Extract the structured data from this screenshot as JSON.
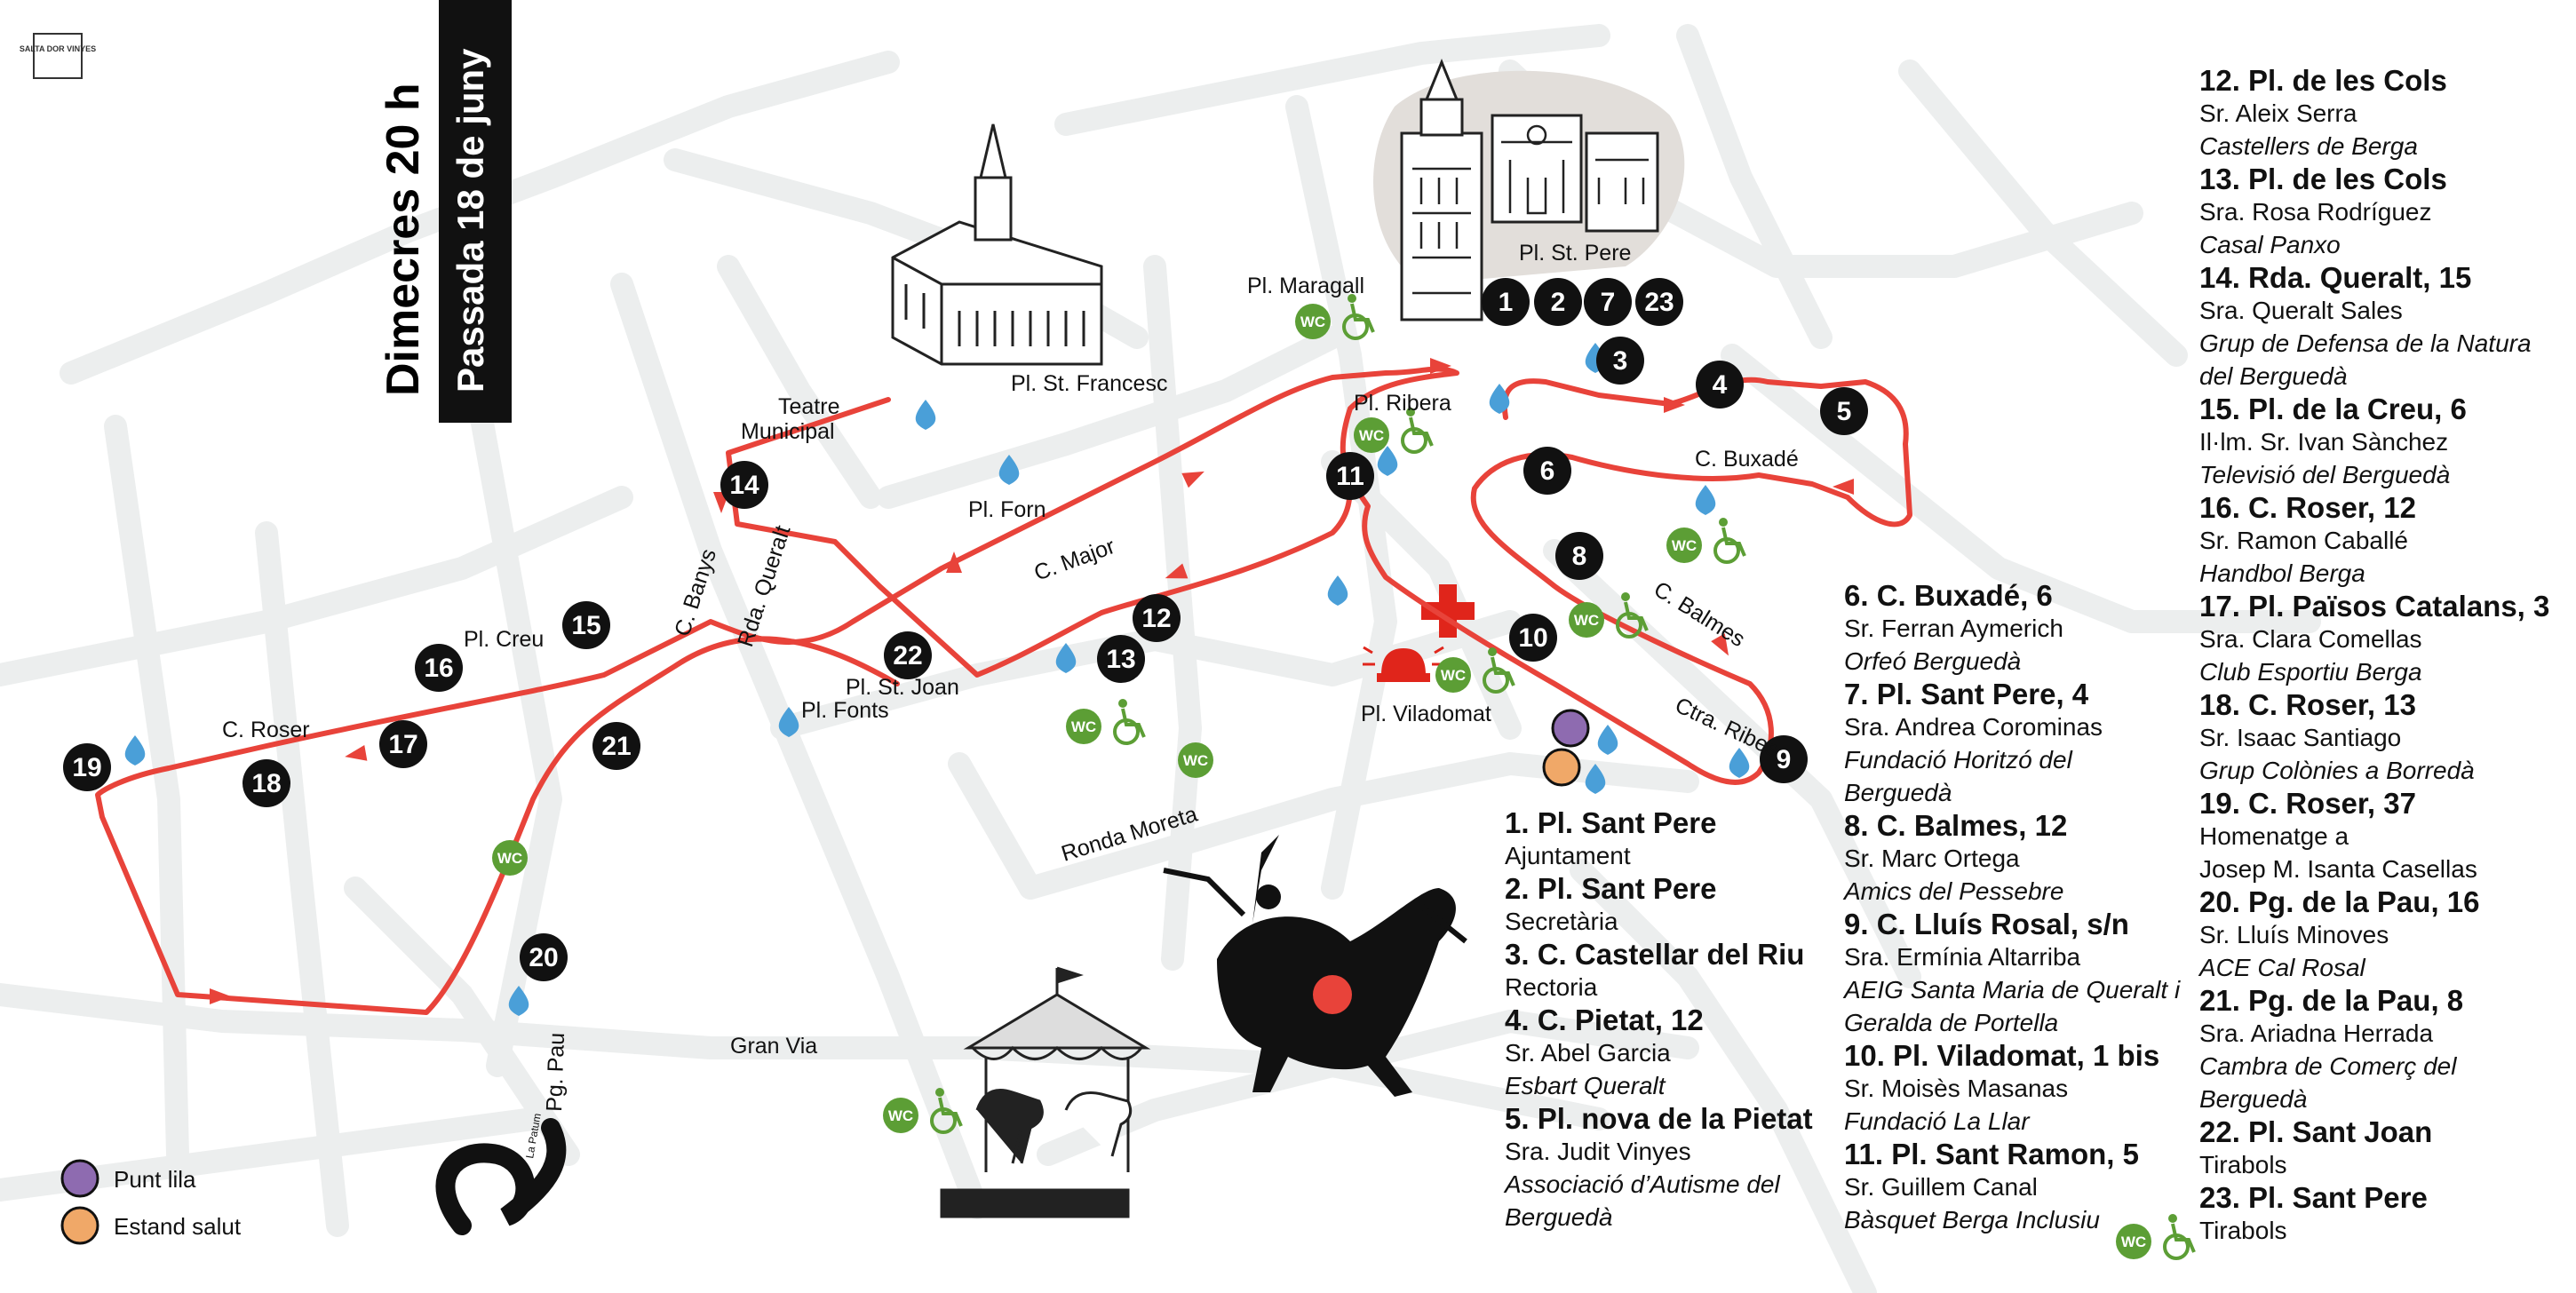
{
  "header": {
    "logo_text": "SALTA DOR VINYES",
    "day_time": "Dimecres 20 h",
    "event": "Passada 18 de juny"
  },
  "places": {
    "pl_st_francesc": "Pl. St. Francesc",
    "pl_maragall": "Pl. Maragall",
    "pl_st_pere": "Pl. St. Pere",
    "pl_ribera": "Pl. Ribera",
    "teatre_municipal_1": "Teatre",
    "teatre_municipal_2": "Municipal",
    "pl_forn": "Pl. Forn",
    "c_major": "C. Major",
    "c_buxade": "C. Buxadé",
    "c_balmes": "C. Balmes",
    "ctra_ribes": "Ctra. Ribes",
    "pl_viladomat": "Pl. Viladomat",
    "c_banys": "C. Banys",
    "rda_queralt": "Rda. Queralt",
    "pl_creu": "Pl. Creu",
    "c_roser": "C. Roser",
    "pl_st_joan": "Pl. St. Joan",
    "pl_fonts": "Pl. Fonts",
    "ronda_moreta": "Ronda Moreta",
    "gran_via": "Gran Via",
    "pg_pau": "Pg. Pau",
    "la_patum_mark": "La Patum"
  },
  "wc_label": "WC",
  "stops": [
    "1",
    "2",
    "3",
    "4",
    "5",
    "6",
    "7",
    "8",
    "9",
    "10",
    "11",
    "12",
    "13",
    "14",
    "15",
    "16",
    "17",
    "18",
    "19",
    "20",
    "21",
    "22",
    "23"
  ],
  "legend": {
    "punt_lila": "Punt lila",
    "estand_salut": "Estand salut",
    "lila_color": "#8e6bb0",
    "salut_color": "#f0a868"
  },
  "colors": {
    "route": "#e8433a",
    "stop": "#111111",
    "wc": "#5c9e35",
    "water": "#4a9fd8",
    "cross": "#e0251b"
  },
  "list": {
    "col1": [
      {
        "title": "1. Pl. Sant Pere",
        "lines": [
          {
            "t": "Ajuntament",
            "i": false
          }
        ]
      },
      {
        "title": "2. Pl. Sant Pere",
        "lines": [
          {
            "t": "Secretària",
            "i": false
          }
        ]
      },
      {
        "title": "3. C. Castellar del Riu",
        "lines": [
          {
            "t": "Rectoria",
            "i": false
          }
        ]
      },
      {
        "title": "4. C. Pietat, 12",
        "lines": [
          {
            "t": "Sr. Abel Garcia",
            "i": false
          },
          {
            "t": "Esbart Queralt",
            "i": true
          }
        ]
      },
      {
        "title": "5. Pl. nova de la Pietat",
        "lines": [
          {
            "t": "Sra. Judit Vinyes",
            "i": false
          },
          {
            "t": "Associació d’Autisme del",
            "i": true
          },
          {
            "t": "Berguedà",
            "i": true
          }
        ]
      }
    ],
    "col2": [
      {
        "title": "6. C. Buxadé, 6",
        "lines": [
          {
            "t": "Sr. Ferran Aymerich",
            "i": false
          },
          {
            "t": "Orfeó Berguedà",
            "i": true
          }
        ]
      },
      {
        "title": "7. Pl. Sant Pere, 4",
        "lines": [
          {
            "t": "Sra. Andrea Corominas",
            "i": false
          },
          {
            "t": "Fundació Horitzó del",
            "i": true
          },
          {
            "t": "Berguedà",
            "i": true
          }
        ]
      },
      {
        "title": "8. C. Balmes, 12",
        "lines": [
          {
            "t": "Sr. Marc Ortega",
            "i": false
          },
          {
            "t": "Amics del Pessebre",
            "i": true
          }
        ]
      },
      {
        "title": "9. C. Lluís Rosal, s/n",
        "lines": [
          {
            "t": "Sra. Ermínia Altarriba",
            "i": false
          },
          {
            "t": "AEIG Santa Maria de Queralt i",
            "i": true
          },
          {
            "t": "Geralda de Portella",
            "i": true
          }
        ]
      },
      {
        "title": "10. Pl. Viladomat, 1 bis",
        "lines": [
          {
            "t": "Sr. Moisès Masanas",
            "i": false
          },
          {
            "t": "Fundació La Llar",
            "i": true
          }
        ]
      },
      {
        "title": "11. Pl. Sant Ramon, 5",
        "lines": [
          {
            "t": "Sr. Guillem Canal",
            "i": false
          },
          {
            "t": "Bàsquet Berga Inclusiu",
            "i": true
          }
        ]
      }
    ],
    "col3": [
      {
        "title": "12. Pl. de les Cols",
        "lines": [
          {
            "t": "Sr. Aleix Serra",
            "i": false
          },
          {
            "t": "Castellers de Berga",
            "i": true
          }
        ]
      },
      {
        "title": "13. Pl. de les Cols",
        "lines": [
          {
            "t": "Sra. Rosa Rodríguez",
            "i": false
          },
          {
            "t": "Casal Panxo",
            "i": true
          }
        ]
      },
      {
        "title": "14. Rda. Queralt, 15",
        "lines": [
          {
            "t": "Sra. Queralt Sales",
            "i": false
          },
          {
            "t": "Grup de Defensa de la Natura",
            "i": true
          },
          {
            "t": "del Berguedà",
            "i": true
          }
        ]
      },
      {
        "title": "15. Pl. de la Creu, 6",
        "lines": [
          {
            "t": "Il·lm. Sr. Ivan Sànchez",
            "i": false
          },
          {
            "t": "Televisió del Berguedà",
            "i": true
          }
        ]
      },
      {
        "title": "16. C. Roser, 12",
        "lines": [
          {
            "t": "Sr. Ramon Caballé",
            "i": false
          },
          {
            "t": "Handbol Berga",
            "i": true
          }
        ]
      },
      {
        "title": "17. Pl. Països Catalans, 3",
        "lines": [
          {
            "t": "Sra. Clara Comellas",
            "i": false
          },
          {
            "t": "Club Esportiu Berga",
            "i": true
          }
        ]
      },
      {
        "title": "18. C. Roser, 13",
        "lines": [
          {
            "t": "Sr. Isaac Santiago",
            "i": false
          },
          {
            "t": "Grup Colònies a Borredà",
            "i": true
          }
        ]
      },
      {
        "title": "19. C. Roser, 37",
        "lines": [
          {
            "t": "Homenatge a",
            "i": false
          },
          {
            "t": "Josep M. Isanta Casellas",
            "i": false
          }
        ]
      },
      {
        "title": "20. Pg. de la Pau, 16",
        "lines": [
          {
            "t": "Sr. Lluís Minoves",
            "i": false
          },
          {
            "t": "ACE Cal Rosal",
            "i": true
          }
        ]
      },
      {
        "title": "21. Pg. de la Pau, 8",
        "lines": [
          {
            "t": "Sra. Ariadna Herrada",
            "i": false
          },
          {
            "t": "Cambra de Comerç del",
            "i": true
          },
          {
            "t": "Berguedà",
            "i": true
          }
        ]
      },
      {
        "title": "22. Pl. Sant Joan",
        "lines": [
          {
            "t": "Tirabols",
            "i": false
          }
        ]
      },
      {
        "title": "23. Pl. Sant Pere",
        "lines": [
          {
            "t": "Tirabols",
            "i": false
          }
        ]
      }
    ]
  }
}
